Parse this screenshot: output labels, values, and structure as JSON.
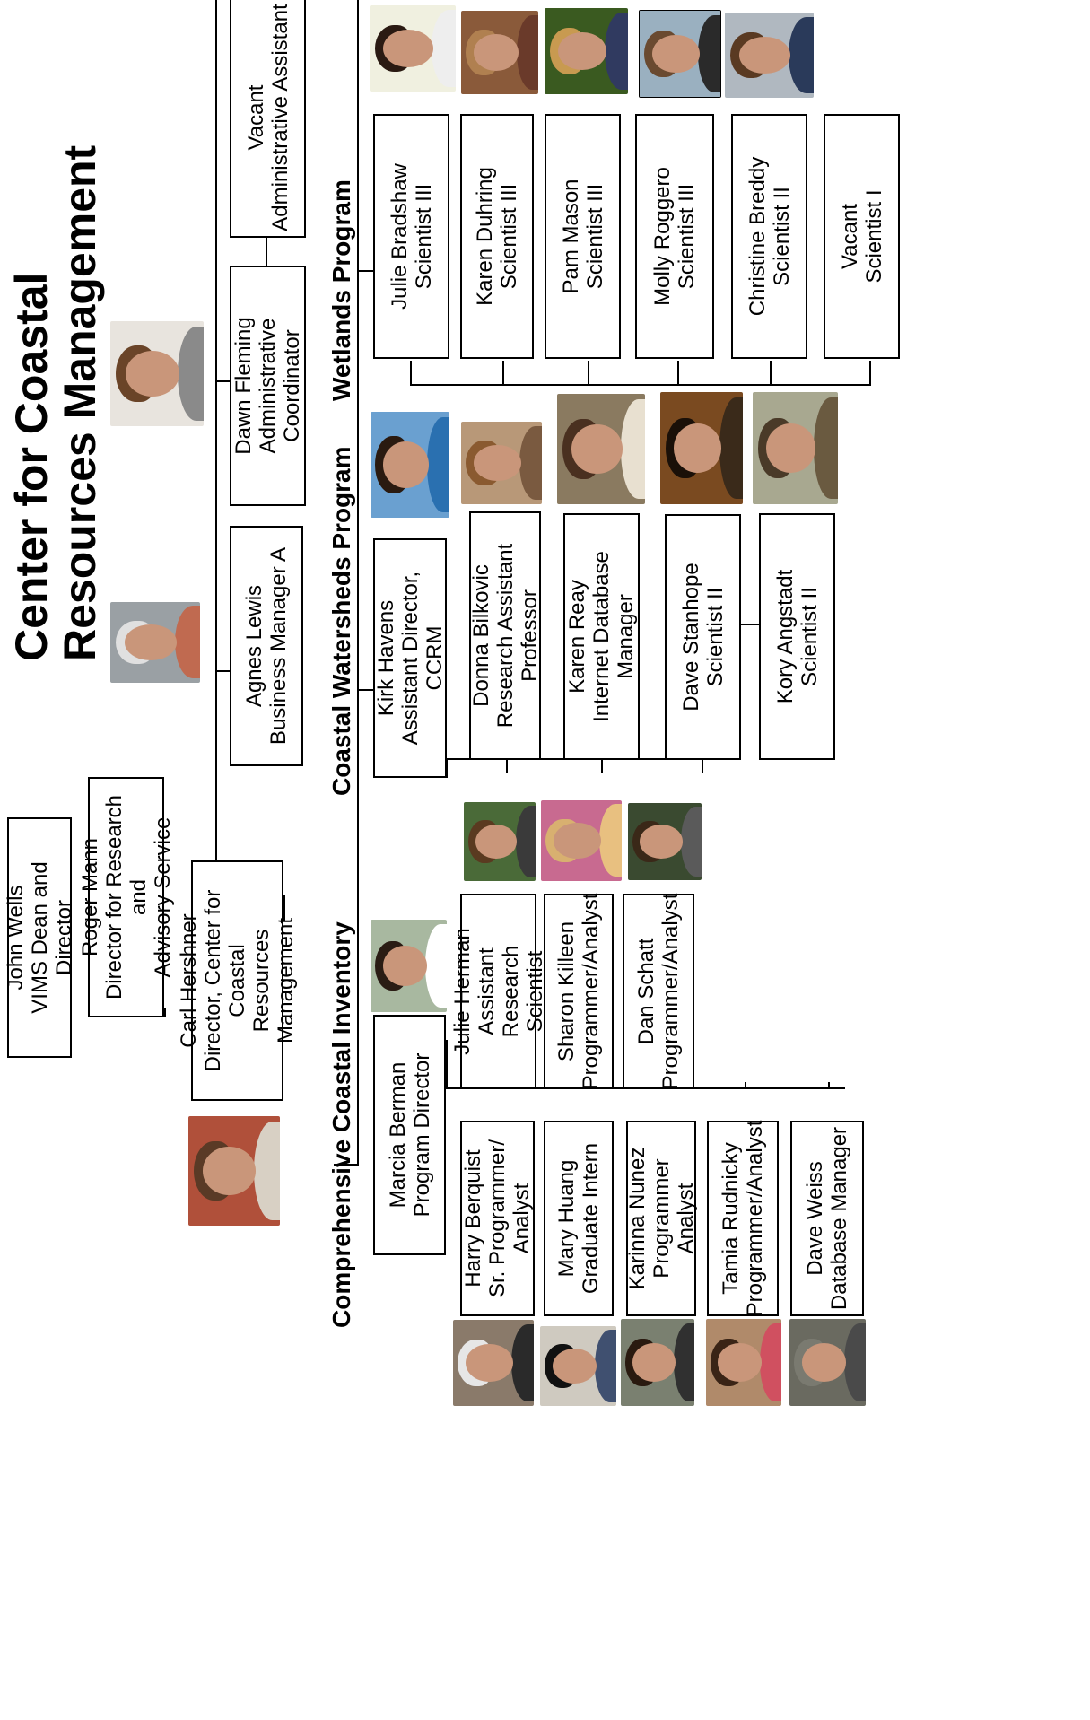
{
  "title": {
    "line1": "Center for Coastal",
    "line2": "Resources Management"
  },
  "boxes": {
    "wells": {
      "name": "John Wells",
      "role": "VIMS Dean and Director"
    },
    "mann": {
      "name": "Roger Mann",
      "role": "Director for Research and",
      "role2": "Advisory Service"
    },
    "hershner": {
      "name": "Carl Hershner",
      "role": "Director, Center for Coastal",
      "role2": "Resources Management"
    },
    "lewis": {
      "name": "Agnes Lewis",
      "role": "Business Manager A"
    },
    "fleming": {
      "name": "Dawn Fleming",
      "role": "Administrative Coordinator"
    },
    "vacant_admin": {
      "name": "Vacant",
      "role": "Administrative Assistant"
    },
    "berman": {
      "name": "Marcia Berman",
      "role": "Program Director"
    },
    "herman": {
      "name": "Julie Herman",
      "role": "Assistant Research",
      "role2": "Scientist"
    },
    "killeen": {
      "name": "Sharon Killeen",
      "role": "Programmer/Analyst"
    },
    "schatt": {
      "name": "Dan Schatt",
      "role": "Programmer/Analyst"
    },
    "berquist": {
      "name": "Harry Berquist",
      "role": "Sr. Programmer/",
      "role2": "Analyst"
    },
    "huang": {
      "name": "Mary Huang",
      "role": "Graduate Intern"
    },
    "nunez": {
      "name": "Karinna Nunez",
      "role": "Programmer Analyst"
    },
    "rudnicky": {
      "name": "Tamia Rudnicky",
      "role": "Programmer/Analyst"
    },
    "weiss": {
      "name": "Dave Weiss",
      "role": "Database Manager"
    },
    "havens": {
      "name": "Kirk Havens",
      "role": "Assistant Director, CCRM"
    },
    "bilkovic": {
      "name": "Donna Bilkovic",
      "role": "Research Assistant",
      "role2": "Professor"
    },
    "reay": {
      "name": "Karen Reay",
      "role": "Internet Database Manager"
    },
    "stanhope": {
      "name": "Dave Stanhope",
      "role": "Scientist II"
    },
    "angstadt": {
      "name": "Kory Angstadt",
      "role": "Scientist II"
    },
    "bradshaw": {
      "name": "Julie Bradshaw",
      "role": "Scientist III"
    },
    "duhring": {
      "name": "Karen Duhring",
      "role": "Scientist III"
    },
    "mason": {
      "name": "Pam Mason",
      "role": "Scientist III"
    },
    "roggero": {
      "name": "Molly Roggero",
      "role": "Scientist III"
    },
    "breddy": {
      "name": "Christine Breddy",
      "role": "Scientist II"
    },
    "vacant_sci": {
      "name": "Vacant",
      "role": "Scientist I"
    }
  },
  "programs": {
    "inventory": "Comprehensive Coastal Inventory",
    "watersheds": "Coastal Watersheds Program",
    "wetlands": "Wetlands Program"
  },
  "colors": {
    "line": "#000000",
    "box_border": "#000000",
    "background": "#ffffff"
  }
}
